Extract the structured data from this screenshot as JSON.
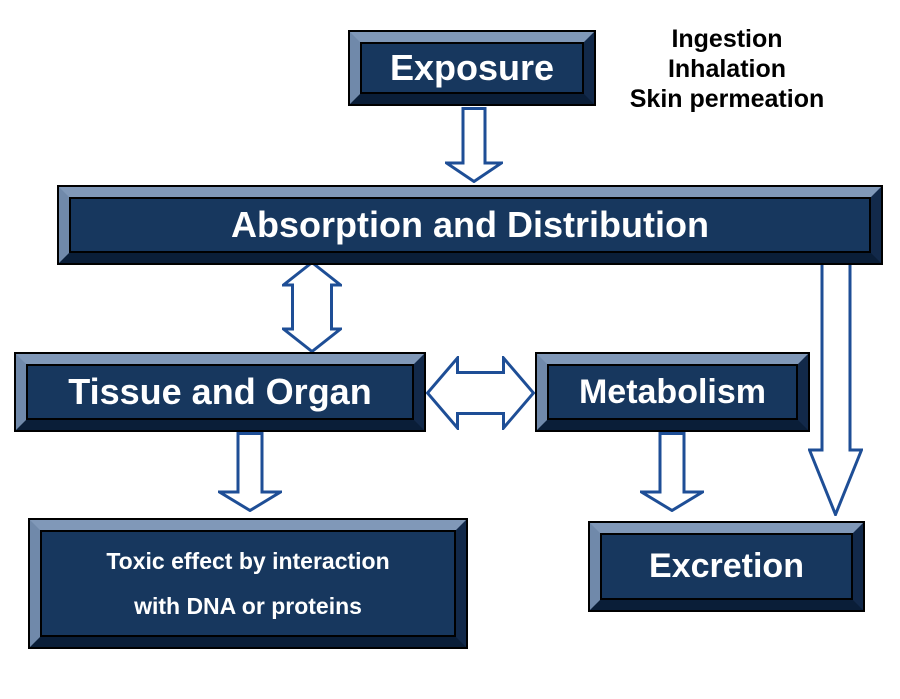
{
  "diagram": {
    "title_context": "Toxicokinetics flow diagram",
    "nodes": {
      "exposure": {
        "label": "Exposure"
      },
      "absorption": {
        "label": "Absorption and Distribution"
      },
      "tissue": {
        "label": "Tissue and Organ"
      },
      "metabolism": {
        "label": "Metabolism"
      },
      "toxic": {
        "label_line1": "Toxic effect by interaction",
        "label_line2": "with DNA or proteins"
      },
      "excretion": {
        "label": "Excretion"
      }
    },
    "annotation": {
      "lines": [
        "Ingestion",
        "Inhalation",
        "Skin permeation"
      ]
    },
    "arrows": [
      {
        "id": "exposure-to-absorption",
        "from": "exposure",
        "to": "absorption",
        "type": "down"
      },
      {
        "id": "absorption-tissue-bidirectional",
        "from": "absorption",
        "to": "tissue",
        "type": "vertical-double"
      },
      {
        "id": "tissue-metabolism-bidirectional",
        "from": "tissue",
        "to": "metabolism",
        "type": "horizontal-double"
      },
      {
        "id": "tissue-to-toxic",
        "from": "tissue",
        "to": "toxic",
        "type": "down"
      },
      {
        "id": "metabolism-to-excretion",
        "from": "metabolism",
        "to": "excretion",
        "type": "down"
      },
      {
        "id": "absorption-to-excretion",
        "from": "absorption",
        "to": "excretion",
        "type": "down-long"
      }
    ],
    "colors": {
      "box_fill": "#17375e",
      "bevel_top": "#8098b8",
      "bevel_left": "#7089aa",
      "bevel_right": "#12294a",
      "bevel_bottom": "#0a1e38",
      "outline": "#000000",
      "arrow_stroke": "#1e4e96",
      "arrow_fill": "#ffffff",
      "text_light": "#ffffff",
      "text_dark": "#000000",
      "canvas_bg": "#ffffff"
    }
  }
}
